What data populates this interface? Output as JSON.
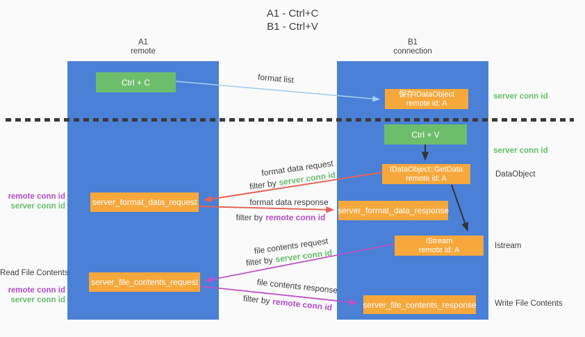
{
  "title": {
    "line1": "A1 - Ctrl+C",
    "line2": "B1 - Ctrl+V"
  },
  "lifelines": {
    "left": {
      "name": "A1",
      "role": "remote"
    },
    "right": {
      "name": "B1",
      "role": "connection"
    }
  },
  "nodes": {
    "ctrl_c": {
      "label": "Ctrl + C"
    },
    "ctrl_v": {
      "label": "Ctrl + V"
    },
    "save_dataobject": {
      "line1": "保存IDataObject",
      "line2": "remote id: A"
    },
    "getdata": {
      "line1": "IDataObject::GetData",
      "line2": "remote id: A"
    },
    "istream": {
      "line1": "IStream",
      "line2": "remote id: A"
    },
    "format_request": {
      "label": "server_format_data_request"
    },
    "format_response": {
      "label": "server_format_data_response"
    },
    "file_request": {
      "label": "server_file_contents_request"
    },
    "file_response": {
      "label": "server_file_contents_response"
    }
  },
  "arrows": {
    "format_list": {
      "label": "format list"
    },
    "format_data_request": {
      "label": "format data request",
      "filter_prefix": "filter by",
      "filter_key": "server conn id"
    },
    "format_data_response": {
      "label": "format data response",
      "filter_prefix": "filter by",
      "filter_key": "remote conn id"
    },
    "file_contents_request": {
      "label": "file contents request",
      "filter_prefix": "filter by",
      "filter_key": "server conn id"
    },
    "file_contents_response": {
      "label": "file contents response",
      "filter_prefix": "filter by",
      "filter_key": "remote conn id"
    }
  },
  "annotations": {
    "right": {
      "server_conn_id_top": "server conn id",
      "server_conn_id_mid": "server conn id",
      "dataobject": "DataObject",
      "istream": "Istream",
      "write_file_contents": "Write File Contents"
    },
    "left": {
      "format_remote_conn_id": "remote conn id",
      "format_server_conn_id": "server conn id",
      "read_file_contents": "Read File Contents",
      "file_remote_conn_id": "remote conn id",
      "file_server_conn_id": "server conn id"
    }
  },
  "colors": {
    "lifeline_blue": "#4A80D6",
    "action_green": "#6CBE6C",
    "message_orange": "#F6A83C",
    "request_red": "#E4635A",
    "contents_magenta": "#BC53C6",
    "format_list_blue": "#A5CDEF",
    "server_conn_id_green": "#66BD6D",
    "remote_conn_id_purple": "#B14DC8",
    "text_dark": "#3E3E3E",
    "background": "#FAFAFA"
  }
}
